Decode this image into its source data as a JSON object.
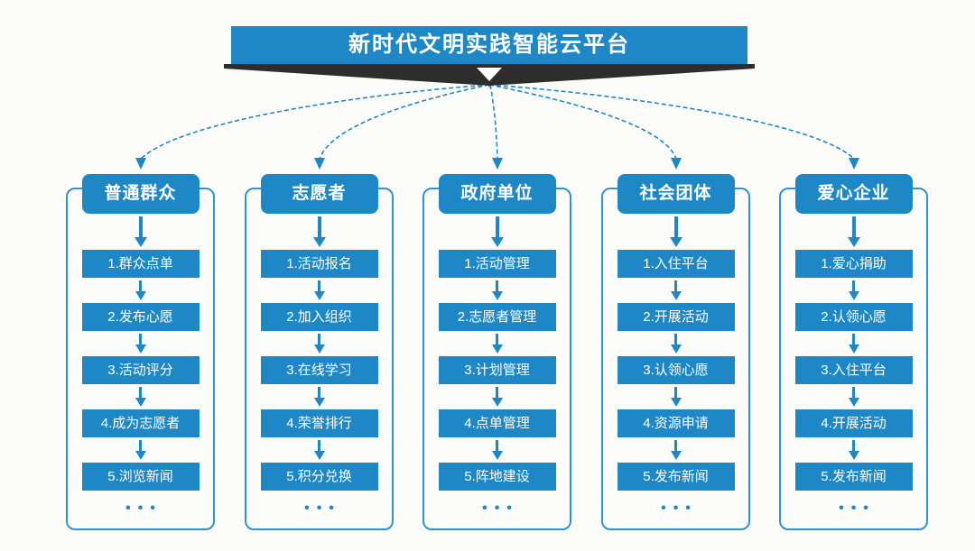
{
  "title": "新时代文明实践智能云平台",
  "colors": {
    "primary": "#1e88c7",
    "outline": "#2d93d2",
    "ribbon": "#2e2d2c",
    "background": "#fbfbf9"
  },
  "columns": [
    {
      "header": "普通群众",
      "items": [
        "1.群众点单",
        "2.发布心愿",
        "3.活动评分",
        "4.成为志愿者",
        "5.浏览新闻"
      ],
      "more": "•••"
    },
    {
      "header": "志愿者",
      "items": [
        "1.活动报名",
        "2.加入组织",
        "3.在线学习",
        "4.荣誉排行",
        "5.积分兑换"
      ],
      "more": "•••"
    },
    {
      "header": "政府单位",
      "items": [
        "1.活动管理",
        "2.志愿者管理",
        "3.计划管理",
        "4.点单管理",
        "5.阵地建设"
      ],
      "more": "•••"
    },
    {
      "header": "社会团体",
      "items": [
        "1.入住平台",
        "2.开展活动",
        "3.认领心愿",
        "4.资源申请",
        "5.发布新闻"
      ],
      "more": "•••"
    },
    {
      "header": "爱心企业",
      "items": [
        "1.爱心捐助",
        "2.认领心愿",
        "3.入住平台",
        "4.开展活动",
        "5.发布新闻"
      ],
      "more": "•••"
    }
  ]
}
